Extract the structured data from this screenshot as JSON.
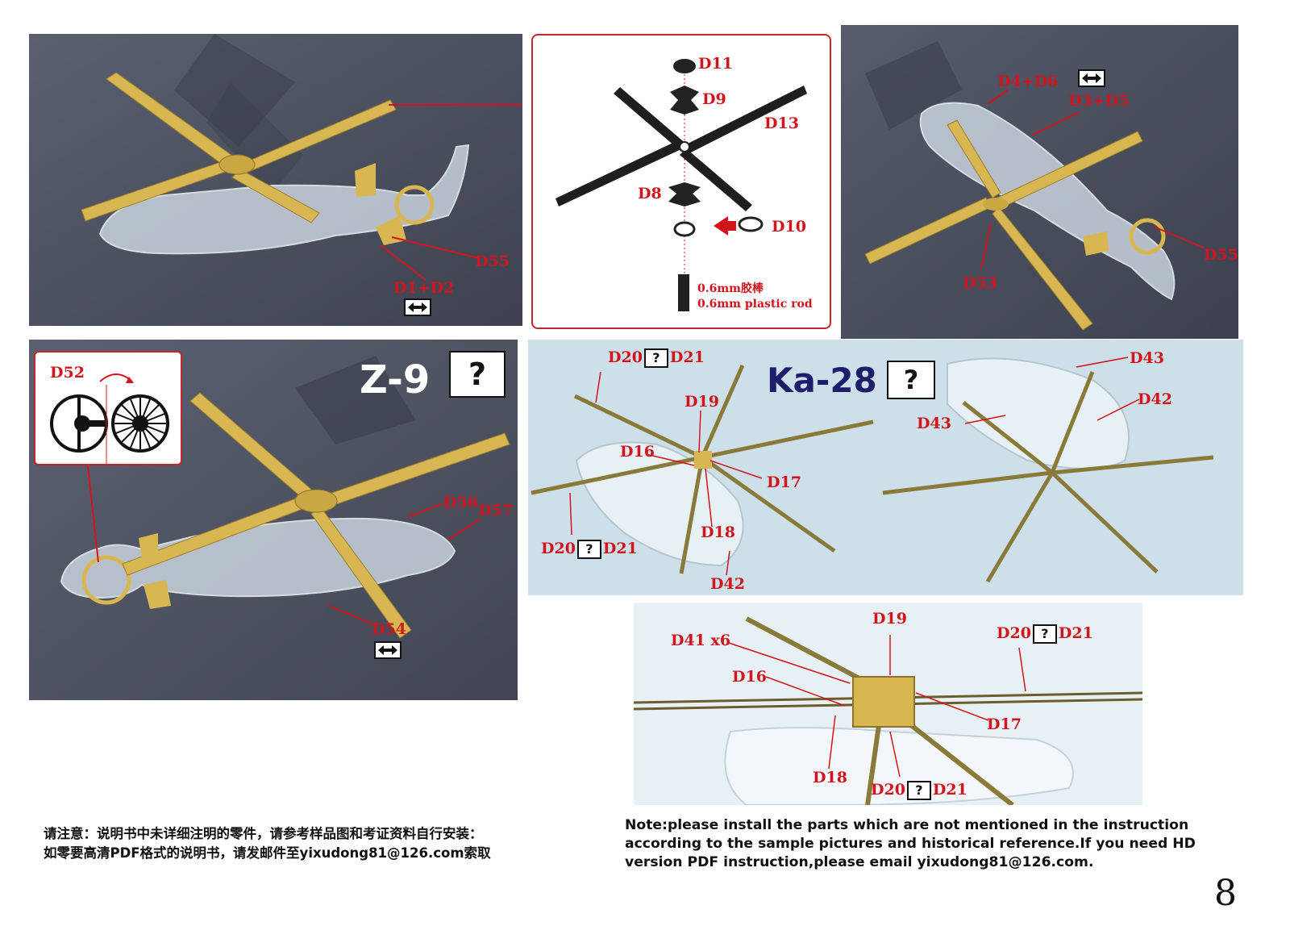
{
  "colors": {
    "label_red": "#d3141c",
    "brass": "#d8b752",
    "photo_dark_bg": "#4a4f5e",
    "photo_light_bg": "#cfe1ea",
    "diagram_border": "#c8242b",
    "ka28_title": "#1d1d6b"
  },
  "panel_tl": {
    "labels": {
      "d55": "D55",
      "d1d2": "D1+D2"
    },
    "icons": [
      "swap-arrow-icon"
    ]
  },
  "diagram": {
    "labels": {
      "d11": "D11",
      "d9": "D9",
      "d13": "D13",
      "d8": "D8",
      "d10": "D10",
      "rod_cn": "0.6mm胶棒",
      "rod_en": "0.6mm plastic rod"
    }
  },
  "panel_tr": {
    "labels": {
      "d4d6": "D4+D6",
      "d3d5": "D3+D5",
      "d53": "D53",
      "d55": "D55"
    },
    "icons": [
      "swap-arrow-icon"
    ]
  },
  "panel_z9": {
    "title": "Z-9",
    "title_box": "?",
    "labels": {
      "d52": "D52",
      "d56": "D56",
      "d57": "D57",
      "d54": "D54"
    },
    "icons": [
      "swap-arrow-icon",
      "rotate-arrow-icon"
    ]
  },
  "panel_ka28": {
    "title": "Ka-28",
    "title_box": "?",
    "labels": {
      "d20_a": "D20",
      "d21_a": "D21",
      "d19": "D19",
      "d16": "D16",
      "d17": "D17",
      "d18": "D18",
      "d20_b": "D20",
      "d21_b": "D21",
      "d42_a": "D42",
      "d43_a": "D43",
      "d42_b": "D42",
      "d43_b": "D43"
    },
    "qmark": "?"
  },
  "panel_hub": {
    "labels": {
      "d19": "D19",
      "d41": "D41 x6",
      "d16": "D16",
      "d17": "D17",
      "d18": "D18",
      "d20_a": "D20",
      "d21_a": "D21",
      "d20_b": "D20",
      "d21_b": "D21"
    },
    "qmark": "?"
  },
  "notes": {
    "cn_line1": "请注意：说明书中未详细注明的零件，请参考样品图和考证资料自行安装：",
    "cn_line2": "如零要高清PDF格式的说明书，请发邮件至yixudong81@126.com索取",
    "en_line1": "Note:please install the parts which are not mentioned in the instruction",
    "en_line2": "according to the sample pictures and historical reference.If you need HD",
    "en_line3": "version PDF instruction,please email yixudong81@126.com."
  },
  "page_number": "8"
}
